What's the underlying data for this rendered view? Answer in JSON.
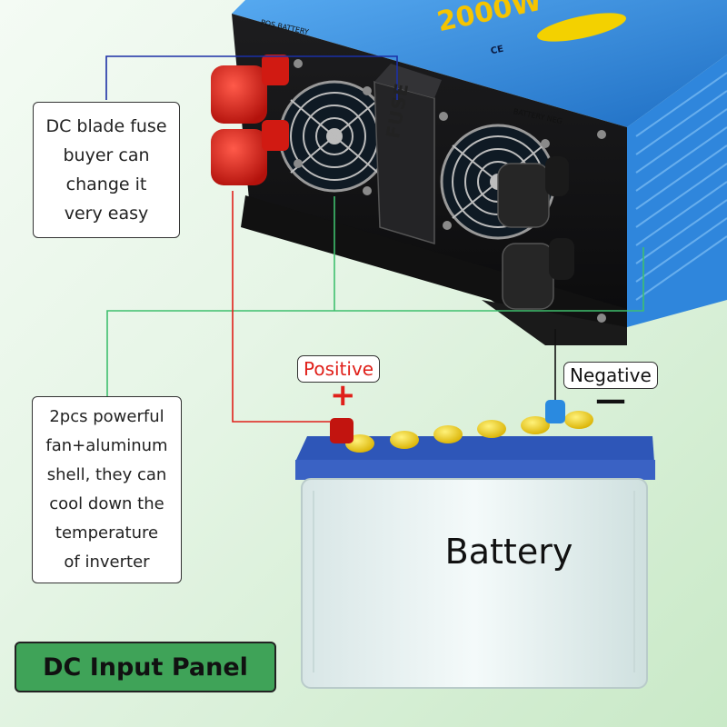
{
  "callouts": {
    "fuse": [
      "DC blade fuse",
      "buyer can",
      "change it",
      "very easy"
    ],
    "fan": [
      "2pcs powerful",
      "fan+aluminum",
      "shell, they can",
      "cool down the",
      "temperature",
      "of inverter"
    ]
  },
  "labels": {
    "positive": "Positive",
    "negative": "Negative",
    "plus": "+",
    "minus": "—",
    "battery": "Battery",
    "panel_title": "DC Input Panel"
  },
  "device": {
    "model_text": "2000W",
    "pos_terminal_label": "POS BATTERY",
    "neg_terminal_label": "BATTERY NEG",
    "fuse_cover": "FUSE",
    "mark": "CE"
  },
  "colors": {
    "positive_wire": "#e0201a",
    "negative_wire": "#111111",
    "fuse_pointer": "#1b2fa6",
    "fan_pointer": "#3fbf6e",
    "inverter_body": "#2c83d9",
    "panel_green": "#3fa358"
  },
  "icons": [
    "fan-grille-icon",
    "terminal-knob-icon",
    "fuse-cover-icon",
    "battery-cell-cap-icon"
  ]
}
